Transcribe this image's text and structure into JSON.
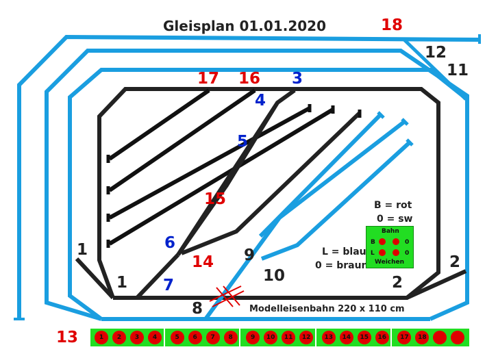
{
  "title": "Gleisplan 01.01.2020",
  "footer": "Modelleisenbahn 220 x 110 cm",
  "labels": {
    "l18": "18",
    "l12": "12",
    "l11": "11",
    "l17": "17",
    "l16": "16",
    "l3": "3",
    "l4": "4",
    "l5": "5",
    "l15": "15",
    "l6": "6",
    "l14": "14",
    "l1a": "1",
    "l1b": "1",
    "l7": "7",
    "l8": "8",
    "l9": "9",
    "l10": "10",
    "l2a": "2",
    "l2b": "2",
    "l13": "13"
  },
  "legend": {
    "b_rot": "B = rot",
    "zero_sw": "0 = sw",
    "l_blau": "L = blau",
    "zero_braun": "0 = braun"
  },
  "panel": {
    "top": "Bahn",
    "bottom": "Weichen",
    "row1_left": "B",
    "row1_right": "0",
    "row2_left": "L",
    "row2_right": "0"
  },
  "switch_strip": [
    "1",
    "2",
    "3",
    "4",
    "5",
    "6",
    "7",
    "8",
    "9",
    "10",
    "11",
    "12",
    "13",
    "14",
    "15",
    "16",
    "17",
    "18",
    "",
    ""
  ],
  "colors": {
    "blue_track": "#1a9ee0",
    "black_track": "#222222",
    "red": "#e00000",
    "panel_green": "#22dd22"
  }
}
